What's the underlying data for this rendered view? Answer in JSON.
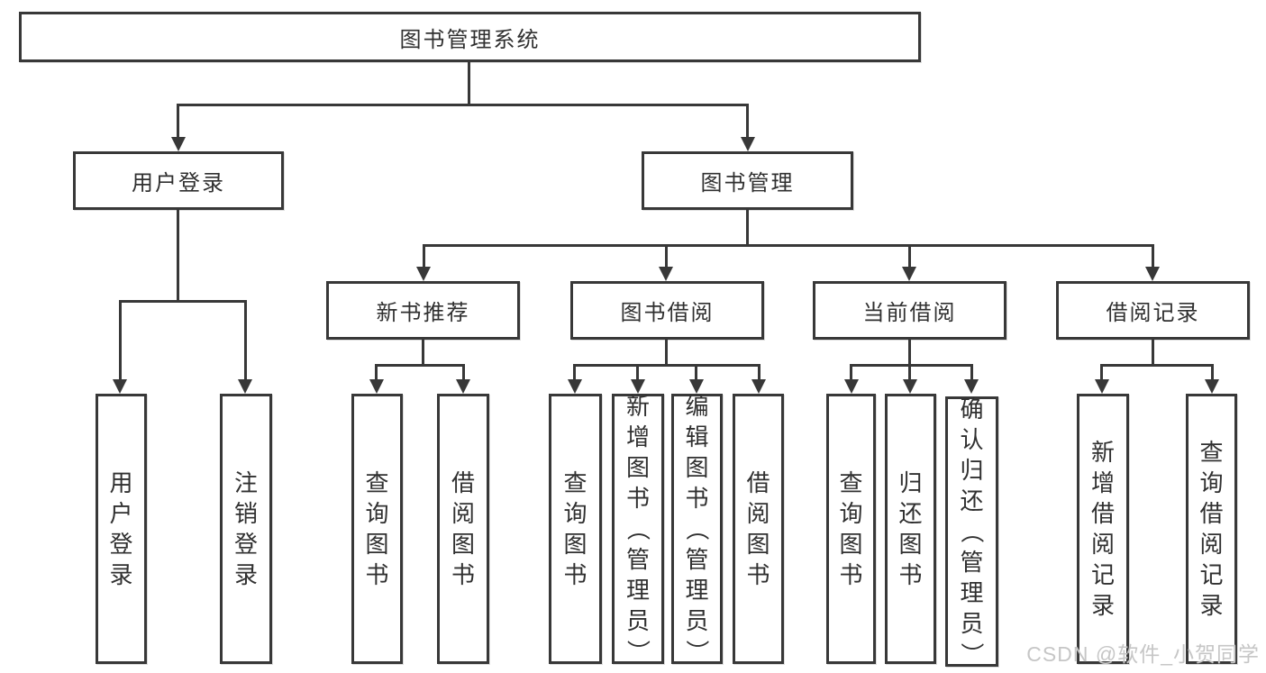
{
  "diagram": {
    "root": "图书管理系统",
    "level2": [
      "用户登录",
      "图书管理"
    ],
    "level3": [
      "新书推荐",
      "图书借阅",
      "当前借阅",
      "借阅记录"
    ],
    "leaves": [
      "用户登录",
      "注销登录",
      "查询图书",
      "借阅图书",
      "查询图书",
      "新增图书（管理员）",
      "编辑图书（管理员）",
      "借阅图书",
      "查询图书",
      "归还图书",
      "确认归还（管理员）",
      "新增借阅记录",
      "查询借阅记录"
    ],
    "hierarchy": {
      "图书管理系统": {
        "用户登录": [
          "用户登录",
          "注销登录"
        ],
        "图书管理": {
          "新书推荐": [
            "查询图书",
            "借阅图书"
          ],
          "图书借阅": [
            "查询图书",
            "新增图书（管理员）",
            "编辑图书（管理员）",
            "借阅图书"
          ],
          "当前借阅": [
            "查询图书",
            "归还图书",
            "确认归还（管理员）"
          ],
          "借阅记录": [
            "新增借阅记录",
            "查询借阅记录"
          ]
        }
      }
    },
    "line_color": "#383838",
    "watermark": "CSDN @软件_小贺同学"
  }
}
